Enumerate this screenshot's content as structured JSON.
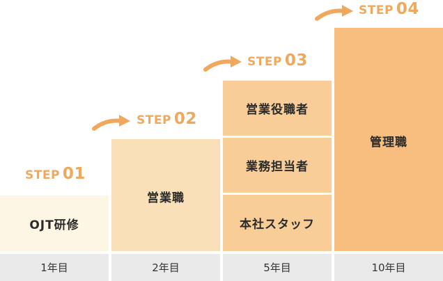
{
  "steps": [
    {
      "word": "STEP",
      "num": "01"
    },
    {
      "word": "STEP",
      "num": "02"
    },
    {
      "word": "STEP",
      "num": "03"
    },
    {
      "word": "STEP",
      "num": "04"
    }
  ],
  "blocks": {
    "step1": "OJT研修",
    "step2": "営業職",
    "step3_top": "営業役職者",
    "step3_mid": "業務担当者",
    "step3_bottom": "本社スタッフ",
    "step4": "管理職"
  },
  "years": [
    "1年目",
    "2年目",
    "5年目",
    "10年目"
  ],
  "colors": {
    "accent": "#F0A95C",
    "step1_fill": "#FEF6E4",
    "step2_fill": "#FAE0B8",
    "step3_fill": "#F8CD98",
    "step4_fill": "#F7BE80",
    "year_bar": "#EAEAEA"
  },
  "icons": [
    "curved-arrow-icon",
    "curved-arrow-icon",
    "curved-arrow-icon"
  ]
}
